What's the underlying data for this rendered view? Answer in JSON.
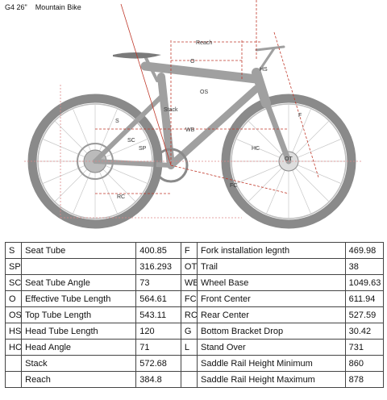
{
  "title": "G4 26\"    Mountain Bike",
  "diagram_labels": {
    "reach": "Reach",
    "o": "O",
    "hs": "HS",
    "os": "OS",
    "stack": "Stack",
    "s": "S",
    "sc": "SC",
    "sp": "SP",
    "wb": "WB",
    "f": "F",
    "hc": "HC",
    "ot": "OT",
    "rc": "RC",
    "fc": "FC"
  },
  "colors": {
    "dimension_line": "#c0392b",
    "bike_gray": "#9a9a9a",
    "tire_dark": "#6d6d6d"
  },
  "spec_rows": [
    {
      "code": "S",
      "name": "Seat Tube",
      "value": "400.85",
      "code2": "F",
      "name2": "Fork installation legnth",
      "value2": "469.98"
    },
    {
      "code": "SP",
      "name": "",
      "value": "316.293",
      "code2": "OT",
      "name2": "Trail",
      "value2": "38"
    },
    {
      "code": "SC",
      "name": "Seat Tube Angle",
      "value": "73",
      "code2": "WB",
      "name2": "Wheel Base",
      "value2": "1049.63"
    },
    {
      "code": "O",
      "name": "Effective Tube Length",
      "value": "564.61",
      "code2": "FC",
      "name2": "Front Center",
      "value2": "611.94"
    },
    {
      "code": "OS",
      "name": "Top Tube Length",
      "value": "543.11",
      "code2": "RC",
      "name2": "Rear Center",
      "value2": "527.59"
    },
    {
      "code": "HS",
      "name": "Head Tube Length",
      "value": "120",
      "code2": "G",
      "name2": "Bottom Bracket Drop",
      "value2": "30.42"
    },
    {
      "code": "HC",
      "name": "Head Angle",
      "value": "71",
      "code2": "L",
      "name2": "Stand Over",
      "value2": "731"
    },
    {
      "code": "",
      "name": "Stack",
      "value": "572.68",
      "code2": "",
      "name2": "Saddle Rail Height Minimum",
      "value2": "860"
    },
    {
      "code": "",
      "name": "Reach",
      "value": "384.8",
      "code2": "",
      "name2": "Saddle Rail Height Maximum",
      "value2": "878"
    }
  ]
}
